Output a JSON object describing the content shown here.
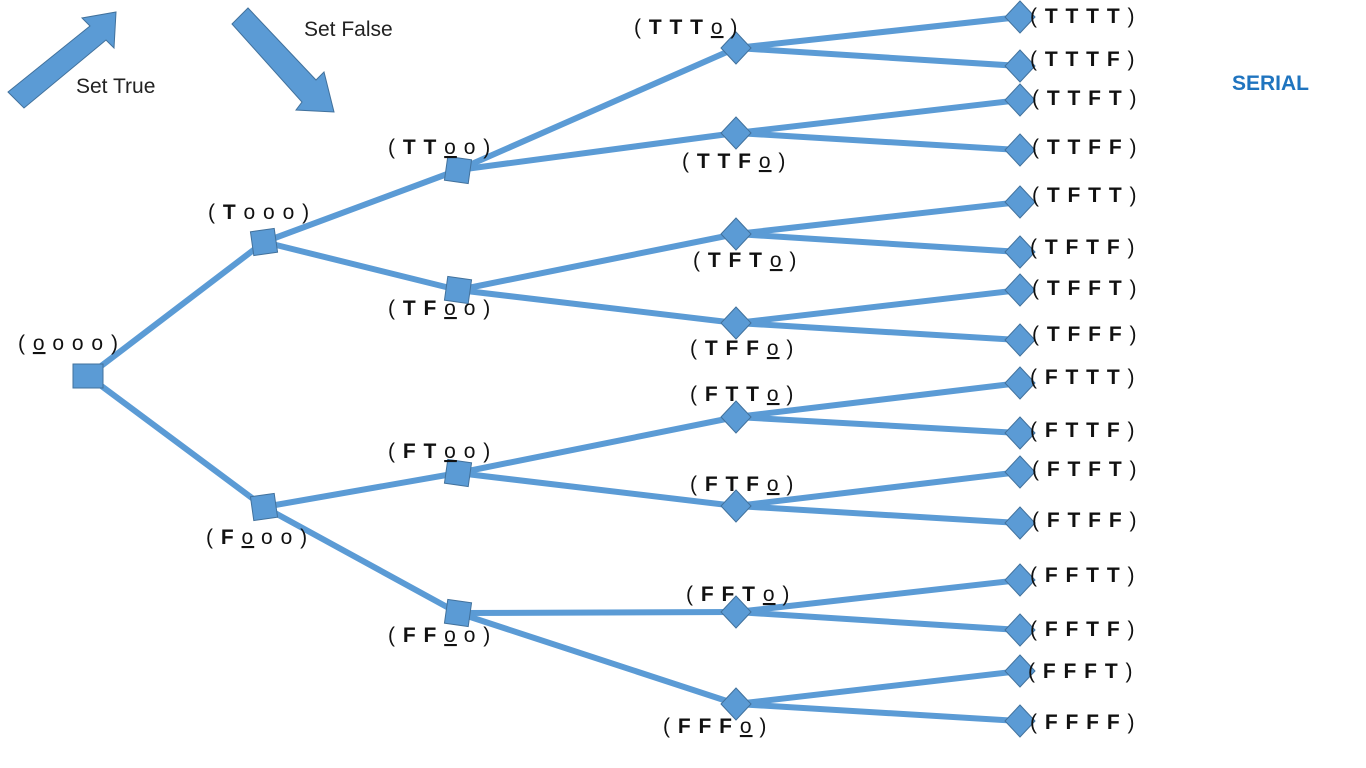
{
  "legend": {
    "set_true": "Set True",
    "set_false": "Set False"
  },
  "mode_label": "SERIAL",
  "colors": {
    "branch": "#5b9bd5",
    "node_fill": "#5b9bd5",
    "node_stroke": "#41719c",
    "mode_label": "#1f74bf"
  },
  "nodes": [
    {
      "id": "n",
      "label": "( o o o o )",
      "parts": [
        [
          "o",
          "u"
        ],
        [
          "o",
          ""
        ],
        [
          "o",
          ""
        ],
        [
          "o",
          ""
        ]
      ]
    },
    {
      "id": "T",
      "label": "( T o o o )",
      "parts": [
        [
          "T",
          "b"
        ],
        [
          "o",
          ""
        ],
        [
          "o",
          ""
        ],
        [
          "o",
          ""
        ]
      ]
    },
    {
      "id": "F",
      "label": "( F o o o )",
      "parts": [
        [
          "F",
          "b"
        ],
        [
          "o",
          "u"
        ],
        [
          "o",
          ""
        ],
        [
          "o",
          ""
        ]
      ]
    },
    {
      "id": "TT",
      "label": "( T T o o )",
      "parts": [
        [
          "T",
          "b"
        ],
        [
          "T",
          "b"
        ],
        [
          "o",
          "u"
        ],
        [
          "o",
          ""
        ]
      ]
    },
    {
      "id": "TF",
      "label": "( T F o o )",
      "parts": [
        [
          "T",
          "b"
        ],
        [
          "F",
          "b"
        ],
        [
          "o",
          "u"
        ],
        [
          "o",
          ""
        ]
      ]
    },
    {
      "id": "FT",
      "label": "( F T o o )",
      "parts": [
        [
          "F",
          "b"
        ],
        [
          "T",
          "b"
        ],
        [
          "o",
          "u"
        ],
        [
          "o",
          ""
        ]
      ]
    },
    {
      "id": "FF",
      "label": "( F F o o )",
      "parts": [
        [
          "F",
          "b"
        ],
        [
          "F",
          "b"
        ],
        [
          "o",
          "u"
        ],
        [
          "o",
          ""
        ]
      ]
    },
    {
      "id": "TTT",
      "label": "( T T T o )",
      "parts": [
        [
          "T",
          "b"
        ],
        [
          "T",
          "b"
        ],
        [
          "T",
          "b"
        ],
        [
          "o",
          "u"
        ]
      ]
    },
    {
      "id": "TTF",
      "label": "( T T F o )",
      "parts": [
        [
          "T",
          "b"
        ],
        [
          "T",
          "b"
        ],
        [
          "F",
          "b"
        ],
        [
          "o",
          "u"
        ]
      ]
    },
    {
      "id": "TFT",
      "label": "( T F T o )",
      "parts": [
        [
          "T",
          "b"
        ],
        [
          "F",
          "b"
        ],
        [
          "T",
          "b"
        ],
        [
          "o",
          "u"
        ]
      ]
    },
    {
      "id": "TFF",
      "label": "( T F F o )",
      "parts": [
        [
          "T",
          "b"
        ],
        [
          "F",
          "b"
        ],
        [
          "F",
          "b"
        ],
        [
          "o",
          "u"
        ]
      ]
    },
    {
      "id": "FTT",
      "label": "( F T T o )",
      "parts": [
        [
          "F",
          "b"
        ],
        [
          "T",
          "b"
        ],
        [
          "T",
          "b"
        ],
        [
          "o",
          "u"
        ]
      ]
    },
    {
      "id": "FTF",
      "label": "( F T F o )",
      "parts": [
        [
          "F",
          "b"
        ],
        [
          "T",
          "b"
        ],
        [
          "F",
          "b"
        ],
        [
          "o",
          "u"
        ]
      ]
    },
    {
      "id": "FFT",
      "label": "( F F T o )",
      "parts": [
        [
          "F",
          "b"
        ],
        [
          "F",
          "b"
        ],
        [
          "T",
          "b"
        ],
        [
          "o",
          "u"
        ]
      ]
    },
    {
      "id": "FFF",
      "label": "( F F F o )",
      "parts": [
        [
          "F",
          "b"
        ],
        [
          "F",
          "b"
        ],
        [
          "F",
          "b"
        ],
        [
          "o",
          "u"
        ]
      ]
    },
    {
      "id": "TTTT",
      "label": "( T T T T )",
      "parts": [
        [
          "T",
          "b"
        ],
        [
          "T",
          "b"
        ],
        [
          "T",
          "b"
        ],
        [
          "T",
          "b"
        ]
      ]
    },
    {
      "id": "TTTF",
      "label": "( T T T F )",
      "parts": [
        [
          "T",
          "b"
        ],
        [
          "T",
          "b"
        ],
        [
          "T",
          "b"
        ],
        [
          "F",
          "b"
        ]
      ]
    },
    {
      "id": "TTFT",
      "label": "( T T F T )",
      "parts": [
        [
          "T",
          "b"
        ],
        [
          "T",
          "b"
        ],
        [
          "F",
          "b"
        ],
        [
          "T",
          "b"
        ]
      ]
    },
    {
      "id": "TTFF",
      "label": "( T T F F )",
      "parts": [
        [
          "T",
          "b"
        ],
        [
          "T",
          "b"
        ],
        [
          "F",
          "b"
        ],
        [
          "F",
          "b"
        ]
      ]
    },
    {
      "id": "TFTT",
      "label": "( T F T T )",
      "parts": [
        [
          "T",
          "b"
        ],
        [
          "F",
          "b"
        ],
        [
          "T",
          "b"
        ],
        [
          "T",
          "b"
        ]
      ]
    },
    {
      "id": "TFTF",
      "label": "( T F T F )",
      "parts": [
        [
          "T",
          "b"
        ],
        [
          "F",
          "b"
        ],
        [
          "T",
          "b"
        ],
        [
          "F",
          "b"
        ]
      ]
    },
    {
      "id": "TFFT",
      "label": "( T F F T )",
      "parts": [
        [
          "T",
          "b"
        ],
        [
          "F",
          "b"
        ],
        [
          "F",
          "b"
        ],
        [
          "T",
          "b"
        ]
      ]
    },
    {
      "id": "TFFF",
      "label": "( T F F F )",
      "parts": [
        [
          "T",
          "b"
        ],
        [
          "F",
          "b"
        ],
        [
          "F",
          "b"
        ],
        [
          "F",
          "b"
        ]
      ]
    },
    {
      "id": "FTTT",
      "label": "( F T T T )",
      "parts": [
        [
          "F",
          "b"
        ],
        [
          "T",
          "b"
        ],
        [
          "T",
          "b"
        ],
        [
          "T",
          "b"
        ]
      ]
    },
    {
      "id": "FTTF",
      "label": "( F T T F )",
      "parts": [
        [
          "F",
          "b"
        ],
        [
          "T",
          "b"
        ],
        [
          "T",
          "b"
        ],
        [
          "F",
          "b"
        ]
      ]
    },
    {
      "id": "FTFT",
      "label": "( F T F T )",
      "parts": [
        [
          "F",
          "b"
        ],
        [
          "T",
          "b"
        ],
        [
          "F",
          "b"
        ],
        [
          "T",
          "b"
        ]
      ]
    },
    {
      "id": "FTFF",
      "label": "( F T F F )",
      "parts": [
        [
          "F",
          "b"
        ],
        [
          "T",
          "b"
        ],
        [
          "F",
          "b"
        ],
        [
          "F",
          "b"
        ]
      ]
    },
    {
      "id": "FFTT",
      "label": "( F F T T )",
      "parts": [
        [
          "F",
          "b"
        ],
        [
          "F",
          "b"
        ],
        [
          "T",
          "b"
        ],
        [
          "T",
          "b"
        ]
      ]
    },
    {
      "id": "FFTF",
      "label": "( F F T F )",
      "parts": [
        [
          "F",
          "b"
        ],
        [
          "F",
          "b"
        ],
        [
          "T",
          "b"
        ],
        [
          "F",
          "b"
        ]
      ]
    },
    {
      "id": "FFFT",
      "label": "( F F F T )",
      "parts": [
        [
          "F",
          "b"
        ],
        [
          "F",
          "b"
        ],
        [
          "F",
          "b"
        ],
        [
          "T",
          "b"
        ]
      ]
    },
    {
      "id": "FFFF",
      "label": "( F F F F )",
      "parts": [
        [
          "F",
          "b"
        ],
        [
          "F",
          "b"
        ],
        [
          "F",
          "b"
        ],
        [
          "F",
          "b"
        ]
      ]
    }
  ]
}
